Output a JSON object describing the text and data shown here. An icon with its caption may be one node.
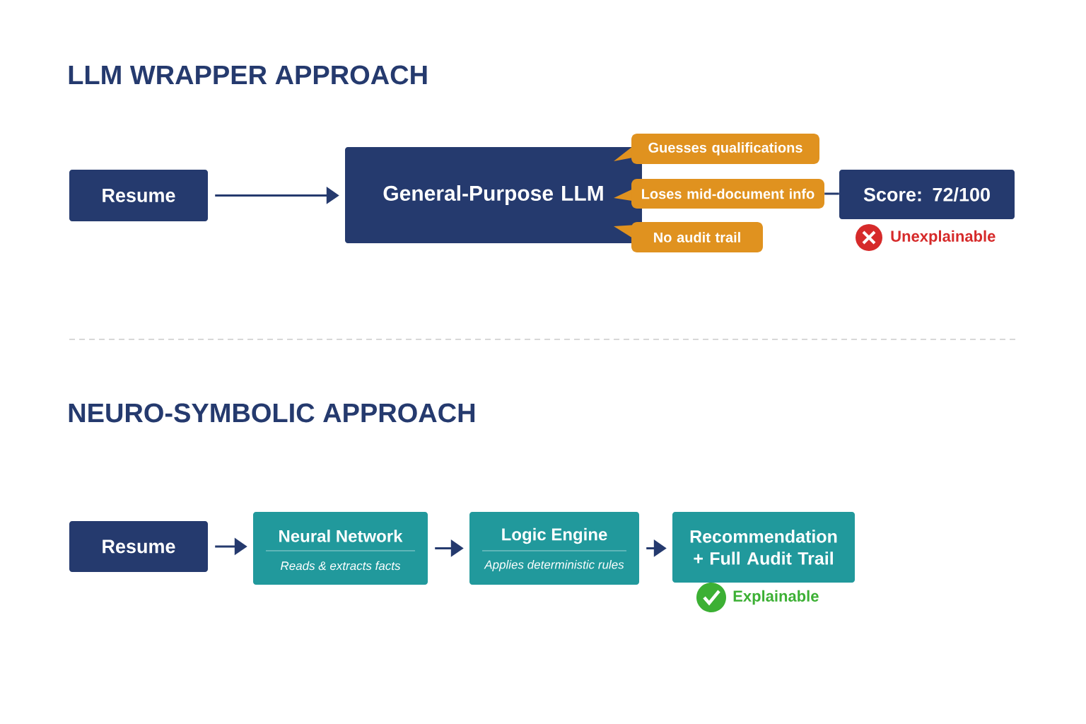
{
  "diagram": {
    "nodes": [
      {
        "text": [
          "Resume"
        ]
      },
      {
        "text": [
          "General-Purpose LLM"
        ]
      },
      {
        "text": [
          "Guesses qualifications"
        ]
      },
      {
        "text": [
          "Loses mid-document info"
        ]
      },
      {
        "text": [
          "No audit trail"
        ]
      },
      {
        "text": [
          "Score: 72/100"
        ],
        "beside": [
          "Unexplainable"
        ]
      },
      {
        "text": [
          "Resume"
        ]
      },
      {
        "text": [
          "Neural Network",
          "Reads & extracts facts"
        ]
      },
      {
        "text": [
          "Logic Engine",
          "Applies deterministic rules"
        ]
      },
      {
        "text": [
          "Recommendation + Full Audit Trail"
        ],
        "beside": [
          "Explainable"
        ]
      }
    ],
    "edges": [
      {
        "from": 0,
        "to": 1,
        "arrow": "to"
      },
      {
        "from": 3,
        "to": 5,
        "arrow": "none"
      },
      {
        "from": 6,
        "to": 7,
        "arrow": "to"
      },
      {
        "from": 7,
        "to": 8,
        "arrow": "to"
      },
      {
        "from": 8,
        "to": 9,
        "arrow": "to"
      }
    ],
    "labels": [
      "LLM WRAPPER APPROACH",
      "NEURO-SYMBOLIC APPROACH"
    ]
  }
}
